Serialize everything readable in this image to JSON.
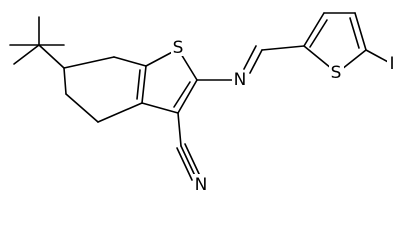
{
  "structure": {
    "atom_labels": {
      "s_thiophene_fused": "S",
      "n_imine": "N",
      "s_thiophene_iodo": "S",
      "iodine": "I",
      "n_nitrile": "N"
    }
  },
  "colors": {
    "bond": "#000000",
    "background": "#ffffff"
  }
}
